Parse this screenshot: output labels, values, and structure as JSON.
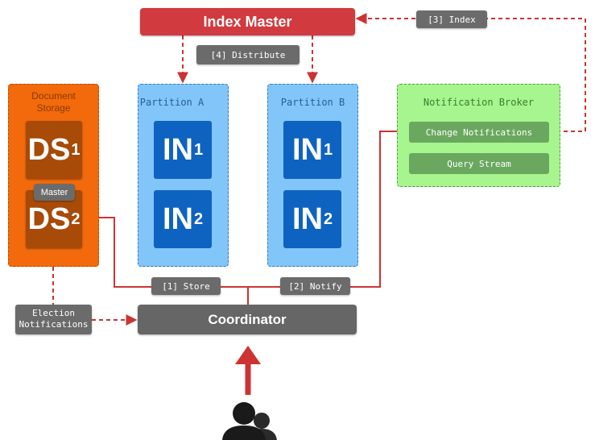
{
  "index_master": {
    "label": "Index Master"
  },
  "labels": {
    "index": "[3] Index",
    "distribute": "[4] Distribute",
    "store": "[1] Store",
    "notify": "[2] Notify"
  },
  "document_storage": {
    "title_line1": "Document",
    "title_line2": "Storage",
    "ds_prefix": "DS",
    "ds1_sub": "1",
    "ds2_sub": "2",
    "master_tag": "Master"
  },
  "partitions": [
    {
      "title": "Partition A",
      "node_prefix": "IN",
      "nodes": [
        "1",
        "2"
      ]
    },
    {
      "title": "Partition B",
      "node_prefix": "IN",
      "nodes": [
        "1",
        "2"
      ]
    }
  ],
  "notification_broker": {
    "title": "Notification Broker",
    "change_notifications": "Change Notifications",
    "query_stream": "Query Stream"
  },
  "coordinator": {
    "label": "Coordinator"
  },
  "election": {
    "line1": "Election",
    "line2": "Notifications"
  },
  "colors": {
    "index_master": "#d13a3e",
    "document_storage": "#f36a0c",
    "partition": "#82c5f9",
    "index_node": "#0e63c0",
    "broker": "#a6f58e",
    "coordinator": "#666666",
    "arrow": "#cc3333"
  },
  "icons": {
    "users": "users-icon"
  }
}
